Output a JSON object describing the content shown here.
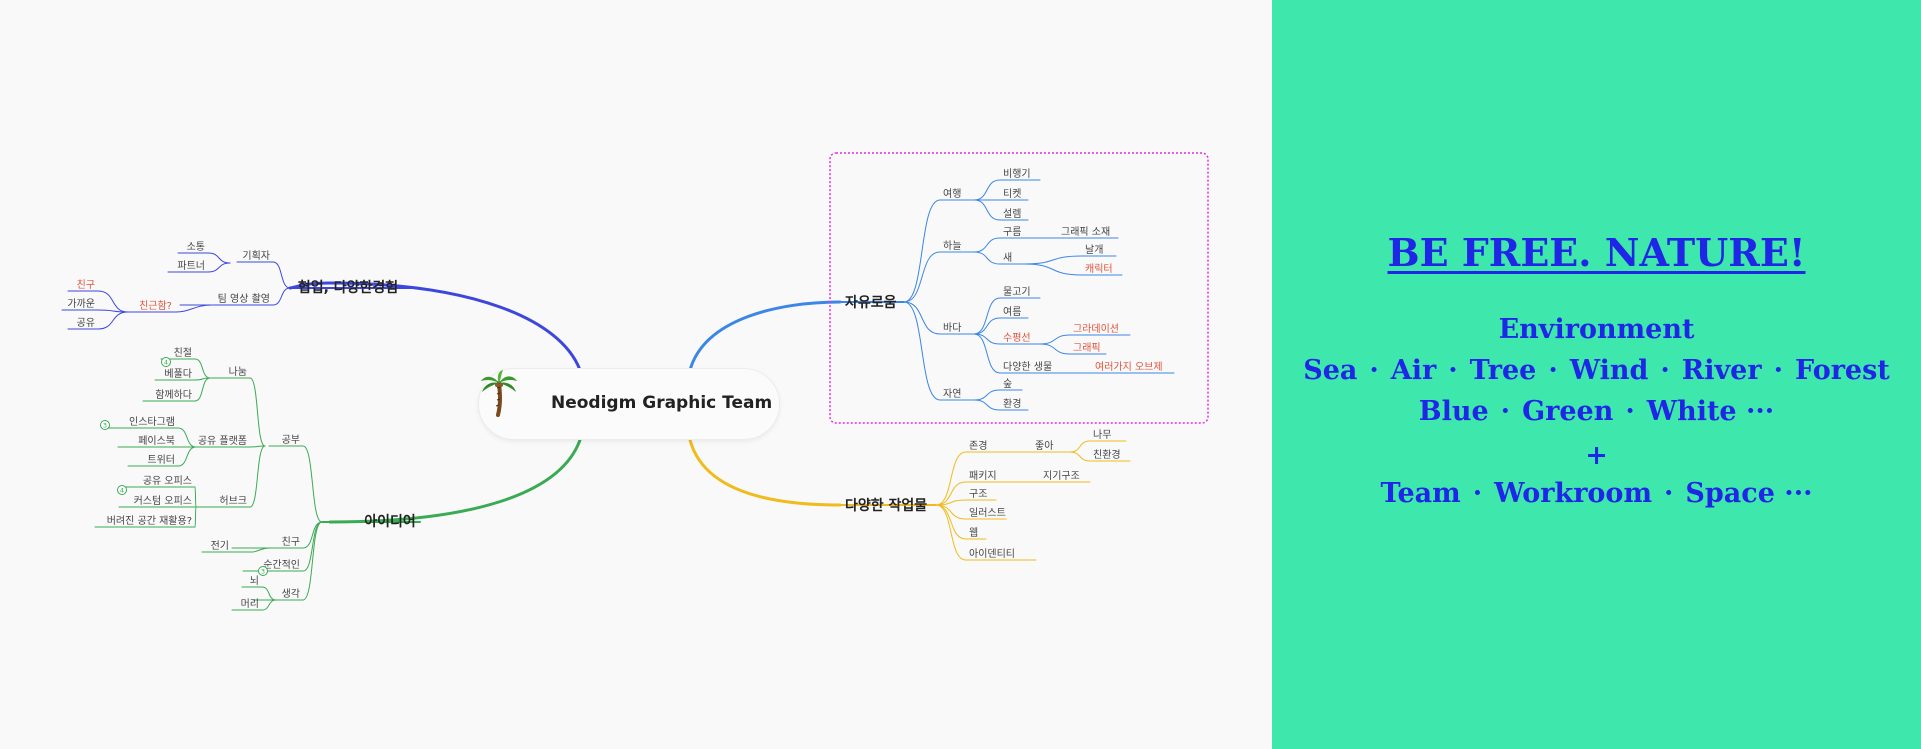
{
  "mindmap": {
    "center_label": "Neodigm Graphic Team",
    "center_icon": "palm-tree-icon",
    "colors": {
      "blue": "#3d47dc",
      "lightblue": "#3c86e6",
      "green": "#3aaa55",
      "yellow": "#f0bb1c",
      "red": "#e0533a",
      "frame": "#e62de6"
    },
    "branches": [
      {
        "label": "협업, 다양한경험",
        "color": "#3d47dc"
      },
      {
        "label": "아이디어",
        "color": "#3aaa55"
      },
      {
        "label": "자유로움",
        "color": "#3c86e6"
      },
      {
        "label": "다양한 작업물",
        "color": "#f0bb1c"
      }
    ],
    "labels": {
      "b1": [
        "기획자",
        "소통",
        "파트너",
        "팀 영상 촬영",
        "친근함?",
        "친구",
        "가까운",
        "공유"
      ],
      "b2": [
        "나눔",
        "친절",
        "베풀다",
        "함께하다",
        "공부",
        "공유 플랫폼",
        "인스타그램",
        "페이스북",
        "트위터",
        "허브크",
        "공유 오피스",
        "커스텀 오피스",
        "버려진 공간 재활용?",
        "친구",
        "전기",
        "순간적인",
        "생각",
        "뇌",
        "머리"
      ],
      "b3": [
        "여행",
        "비행기",
        "티켓",
        "설렘",
        "하늘",
        "구름",
        "그래픽 소재",
        "새",
        "날개",
        "캐릭터",
        "바다",
        "물고기",
        "여름",
        "수평선",
        "그라데이션",
        "그래픽",
        "다양한 생물",
        "여러가지 오브제",
        "자연",
        "숲",
        "환경"
      ],
      "b4": [
        "존경",
        "좋아",
        "나무",
        "친환경",
        "패키지",
        "지기구조",
        "구조",
        "일러스트",
        "웹",
        "아이덴티티"
      ]
    },
    "count_badges": [
      "4",
      "3",
      "4",
      "3"
    ]
  },
  "panel": {
    "headline": "BE FREE. NATURE!",
    "line1": "Environment",
    "line2": [
      "Sea",
      "Air",
      "Tree",
      "Wind",
      "River",
      "Forest"
    ],
    "line3": {
      "a": "Blue",
      "b": "Green",
      "c": "White ···"
    },
    "plus": "+",
    "line4": {
      "a": "Team",
      "b": "Workroom",
      "c": "Space ···"
    },
    "separator": "·"
  },
  "style": {
    "panel_bg": "#3ee8ad",
    "panel_text": "#1f26e5"
  }
}
